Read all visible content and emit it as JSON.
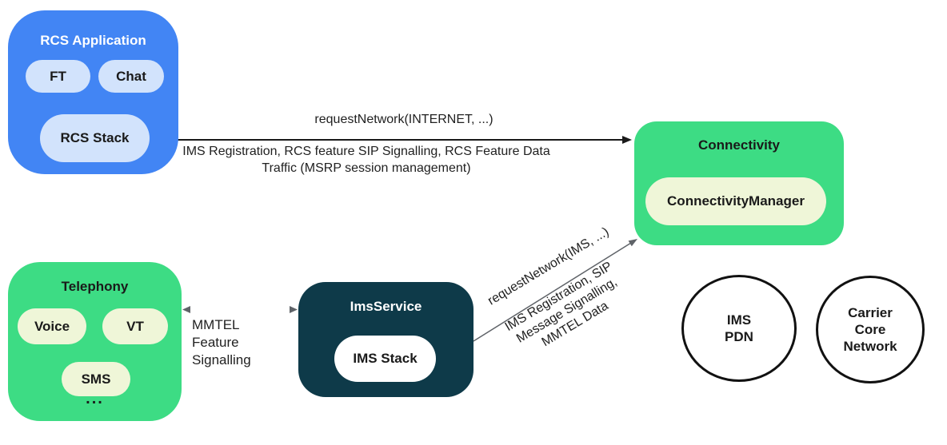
{
  "colors": {
    "blue": "#4285F4",
    "light_blue": "#D2E3FC",
    "green": "#3DDC84",
    "pale_yellow": "#EFF6D8",
    "dark_teal": "#0E3A49",
    "arrow_black": "#1A1A1A",
    "arrow_grey": "#5F6368"
  },
  "boxes": {
    "rcs_application": {
      "title": "RCS Application",
      "pills": [
        "FT",
        "Chat"
      ],
      "stack_label": "RCS Stack"
    },
    "connectivity": {
      "title": "Connectivity",
      "manager_label": "ConnectivityManager"
    },
    "telephony": {
      "title": "Telephony",
      "pills": [
        "Voice",
        "VT",
        "SMS"
      ],
      "ellipsis": "..."
    },
    "ims_service": {
      "title": "ImsService",
      "stack_label": "IMS Stack"
    }
  },
  "connectors": {
    "internet_arrow": {
      "label_above": "requestNetwork(INTERNET, ...)",
      "label_below_line1": "IMS Registration, RCS feature SIP Signalling, RCS Feature Data",
      "label_below_line2": "Traffic (MSRP session management)"
    },
    "mmtel_link": {
      "label_line1": "MMTEL",
      "label_line2": "Feature",
      "label_line3": "Signalling"
    },
    "ims_arrow": {
      "label_above": "requestNetwork(IMS, ...)",
      "label_below_line1": "IMS Registration, SIP",
      "label_below_line2": "Message Signalling,",
      "label_below_line3": "MMTEL Data"
    }
  },
  "circles": {
    "ims_pdn": {
      "line1": "IMS",
      "line2": "PDN"
    },
    "carrier_core": {
      "line1": "Carrier",
      "line2": "Core",
      "line3": "Network"
    }
  }
}
